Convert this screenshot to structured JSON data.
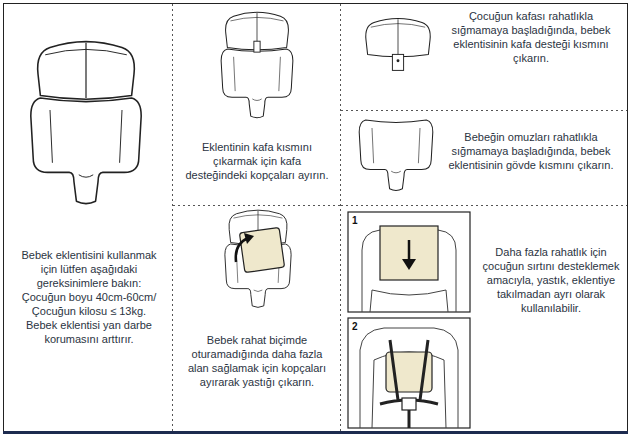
{
  "diagram": {
    "nodes": [
      {
        "text": [
          "Bebek eklentisini kullanmak için lütfen aşağıdaki gereksinimlere bakın: Çocuğun boyu 40cm-60cm/Çocuğun kilosu ≤ 13kg. Bebek eklentisi yan darbe korumasını arttırır."
        ]
      },
      {
        "text": [
          "Eklentinin kafa kısmını çıkarmak için kafa desteğindeki kopçaları ayırın."
        ]
      },
      {
        "text": [
          "Bebek rahat biçimde oturamadığında daha fazla alan sağlamak için kopçaları ayırarak yastığı çıkarın."
        ]
      },
      {
        "text": [
          "Çocuğun kafası rahatlıkla sığmamaya başladığında, bebek eklentisinin kafa desteği kısmını çıkarın."
        ]
      },
      {
        "text": [
          "Bebeğin omuzları rahatlıkla sığmamaya başladığında, bebek eklentisinin gövde kısmını çıkarın."
        ]
      },
      {
        "text": [
          "Daha fazla rahatlık için çocuğun sırtını desteklemek amacıyla, yastık, eklentiye takılmadan ayrı olarak kullanılabilir."
        ]
      }
    ],
    "labels": [
      "1",
      "2"
    ]
  }
}
